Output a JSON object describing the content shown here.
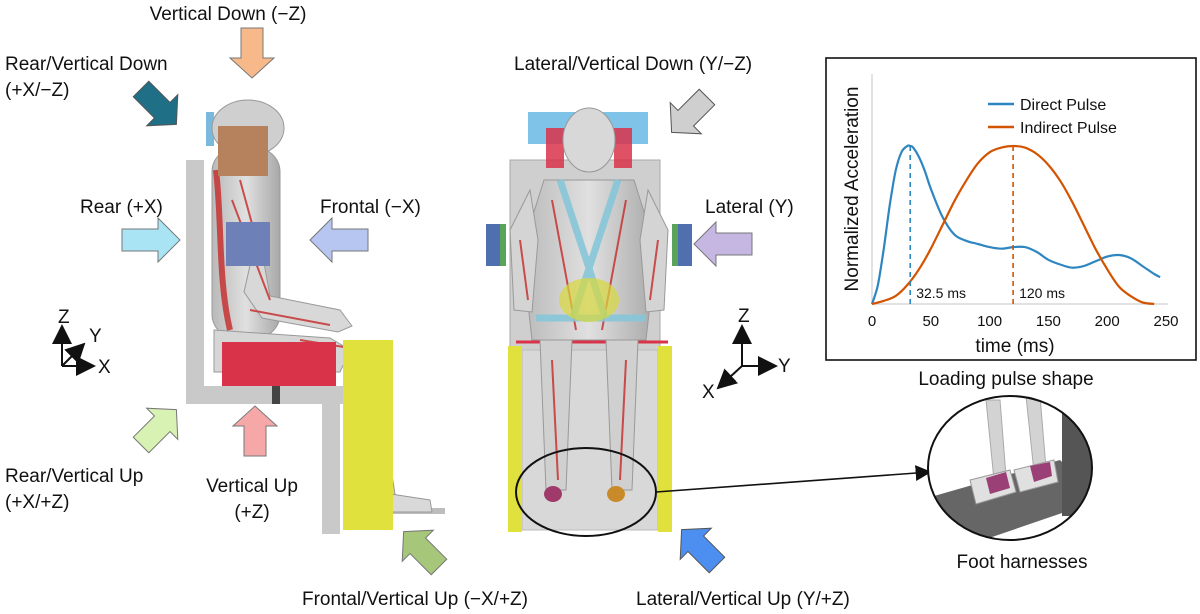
{
  "labels": {
    "vertical_down": "Vertical Down (−Z)",
    "rear_vertical_down_1": "Rear/Vertical Down",
    "rear_vertical_down_2": "(+X/−Z)",
    "rear": "Rear (+X)",
    "frontal": "Frontal (−X)",
    "rear_vertical_up_1": "Rear/Vertical Up",
    "rear_vertical_up_2": "(+X/+Z)",
    "vertical_up_1": "Vertical Up",
    "vertical_up_2": "(+Z)",
    "frontal_vertical_up": "Frontal/Vertical Up (−X/+Z)",
    "lateral_vertical_down": "Lateral/Vertical Down (Y/−Z)",
    "lateral": "Lateral (Y)",
    "lateral_vertical_up": "Lateral/Vertical Up (Y/+Z)",
    "foot_harnesses": "Foot harnesses",
    "loading_pulse_caption": "Loading pulse shape"
  },
  "axes_side": {
    "z": "Z",
    "y": "Y",
    "x": "X"
  },
  "axes_front": {
    "z": "Z",
    "y": "Y",
    "x": "X"
  },
  "arrow_colors": {
    "vertical_down": "#f7b98a",
    "rear_vertical_down": "#1f6f86",
    "rear": "#a9e4f4",
    "frontal": "#b7c6f0",
    "rear_vertical_up": "#d8f2b4",
    "vertical_up": "#f6a8a8",
    "frontal_vertical_up": "#a6c77a",
    "lateral_vertical_down": "#cfcfcf",
    "lateral": "#c6b6e2",
    "lateral_vertical_up": "#4d8ff0"
  },
  "chart_data": {
    "type": "line",
    "xlabel": "time (ms)",
    "ylabel": "Normalized Acceleration",
    "xlim": [
      0,
      250
    ],
    "ylim": [
      0,
      1.05
    ],
    "xticks": [
      0,
      50,
      100,
      150,
      200,
      250
    ],
    "legend_position": "top-right",
    "series": [
      {
        "name": "Direct Pulse",
        "color": "#2e86c1",
        "x": [
          0,
          5,
          10,
          15,
          20,
          25,
          30,
          32.5,
          35,
          40,
          45,
          50,
          60,
          70,
          80,
          90,
          100,
          110,
          120,
          130,
          140,
          150,
          160,
          170,
          180,
          190,
          200,
          210,
          220,
          230,
          240,
          245
        ],
        "y": [
          0,
          0.12,
          0.35,
          0.62,
          0.84,
          0.96,
          1.0,
          1.0,
          0.99,
          0.93,
          0.84,
          0.73,
          0.55,
          0.44,
          0.4,
          0.38,
          0.36,
          0.35,
          0.36,
          0.36,
          0.33,
          0.28,
          0.25,
          0.23,
          0.24,
          0.27,
          0.3,
          0.31,
          0.29,
          0.24,
          0.19,
          0.17
        ]
      },
      {
        "name": "Indirect Pulse",
        "color": "#d35400",
        "x": [
          0,
          10,
          20,
          30,
          40,
          50,
          60,
          70,
          80,
          90,
          100,
          110,
          120,
          130,
          140,
          150,
          160,
          170,
          180,
          190,
          200,
          210,
          220,
          230,
          240
        ],
        "y": [
          0,
          0.02,
          0.05,
          0.12,
          0.22,
          0.35,
          0.5,
          0.65,
          0.78,
          0.89,
          0.96,
          0.99,
          1.0,
          0.99,
          0.95,
          0.88,
          0.78,
          0.65,
          0.5,
          0.35,
          0.22,
          0.11,
          0.05,
          0.01,
          0.0
        ]
      }
    ],
    "markers": [
      {
        "x": 32.5,
        "label": "32.5 ms",
        "color": "#2e86c1"
      },
      {
        "x": 120,
        "label": "120 ms",
        "color": "#d35400"
      }
    ]
  }
}
